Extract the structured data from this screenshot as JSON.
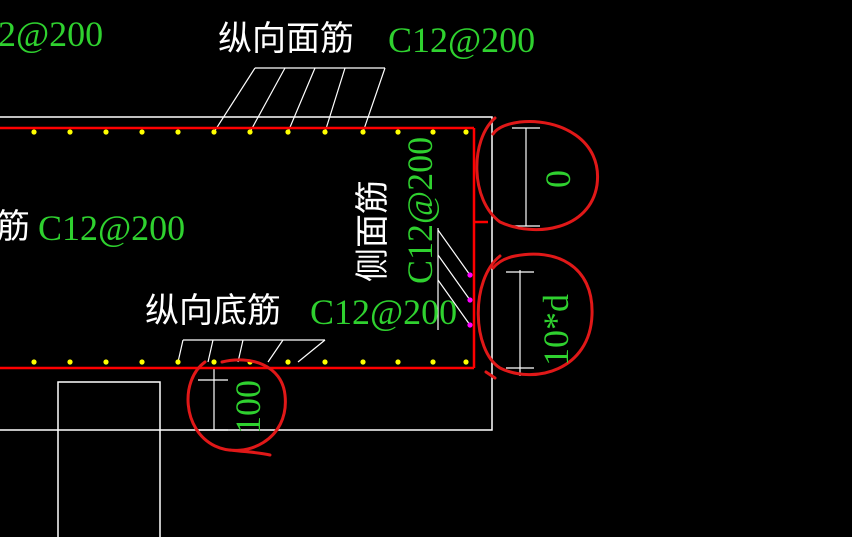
{
  "labels": {
    "top_left_partial": "2@200",
    "top_name": "纵向面筋",
    "top_code": "C12@200",
    "left_name_partial": "筋",
    "left_code": "C12@200",
    "bottom_name": "纵向底筋",
    "bottom_code": "C12@200",
    "side_name": "侧面筋",
    "side_code": "C12@200"
  },
  "dimensions": {
    "top_right": "0",
    "side_right": "10*d",
    "bottom": "100"
  },
  "colors": {
    "background": "#000000",
    "outline": "#ffffff",
    "rebar": "#ff0000",
    "dots": "#ffff00",
    "side_dots": "#ff00ff",
    "annotation_text": "#2fd12f",
    "markup": "#e01818"
  }
}
